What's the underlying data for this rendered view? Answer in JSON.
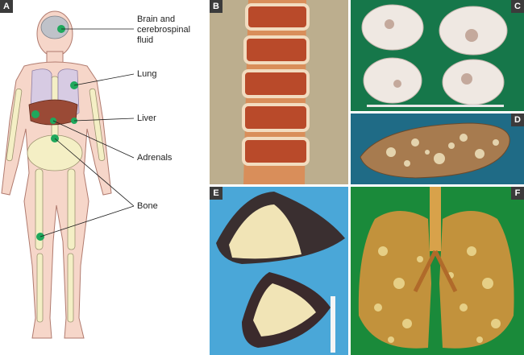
{
  "panels": {
    "a": {
      "label": "A",
      "callouts": {
        "brain_line1": "Brain and",
        "brain_line2": "cerebrospinal",
        "brain_line3": "fluid",
        "lung": "Lung",
        "liver": "Liver",
        "adrenals": "Adrenals",
        "bone": "Bone"
      }
    },
    "b": {
      "label": "B"
    },
    "c": {
      "label": "C"
    },
    "d": {
      "label": "D"
    },
    "e": {
      "label": "E"
    },
    "f": {
      "label": "F"
    }
  },
  "colors": {
    "skin": "#f6d6c9",
    "skin_outline": "#b07a6e",
    "bone": "#f4efc5",
    "lung": "#d7cbe3",
    "liver": "#9a4a36",
    "marker": "#1fa85c",
    "label_bg": "#3b3b3b",
    "panel_c_bg": "#16774a",
    "panel_d_bg": "#1f6b86",
    "panel_e_bg": "#4aa7d8",
    "panel_f_bg": "#1a8a3a"
  }
}
